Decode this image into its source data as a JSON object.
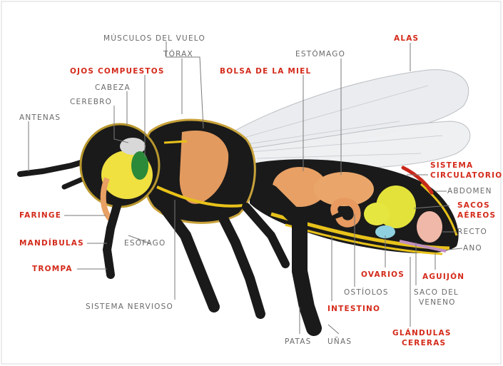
{
  "colors": {
    "accent_label": "#d42a1a",
    "normal_label": "#6a6a6a",
    "body_black": "#1a1a1a",
    "stripe_yellow": "#e8c21a",
    "organ_orange": "#e8a064",
    "crop_yellow": "#e2e23a"
  },
  "labels": {
    "musculos_del_vuelo": "MÚSCULOS DEL VUELO",
    "alas": "ALAS",
    "torax": "TÓRAX",
    "estomago": "ESTÓMAGO",
    "ojos_compuestos": "OJOS COMPUESTOS",
    "bolsa_de_la_miel": "BOLSA DE LA MIEL",
    "cabeza": "CABEZA",
    "cerebro": "CEREBRO",
    "antenas": "ANTENAS",
    "sistema": "SISTEMA",
    "circulatorio": "CIRCULATORIO",
    "abdomen": "ABDOMEN",
    "sacos": "SACOS",
    "aereos": "AÉREOS",
    "faringe": "FARINGE",
    "recto": "RECTO",
    "mandibulas": "MANDÍBULAS",
    "esofago": "ESÓFAGO",
    "ano": "ANO",
    "trompa": "TROMPA",
    "ovarios": "OVARIOS",
    "aguijon": "AGUIJÓN",
    "ostiolos": "OSTÍOLOS",
    "saco_del": "SACO DEL",
    "veneno": "VENENO",
    "sistema_nervioso": "SISTEMA NERVIOSO",
    "intestino": "INTESTINO",
    "glandulas": "GLÁNDULAS",
    "cereras": "CERERAS",
    "patas": "PATAS",
    "unas": "UÑAS"
  }
}
